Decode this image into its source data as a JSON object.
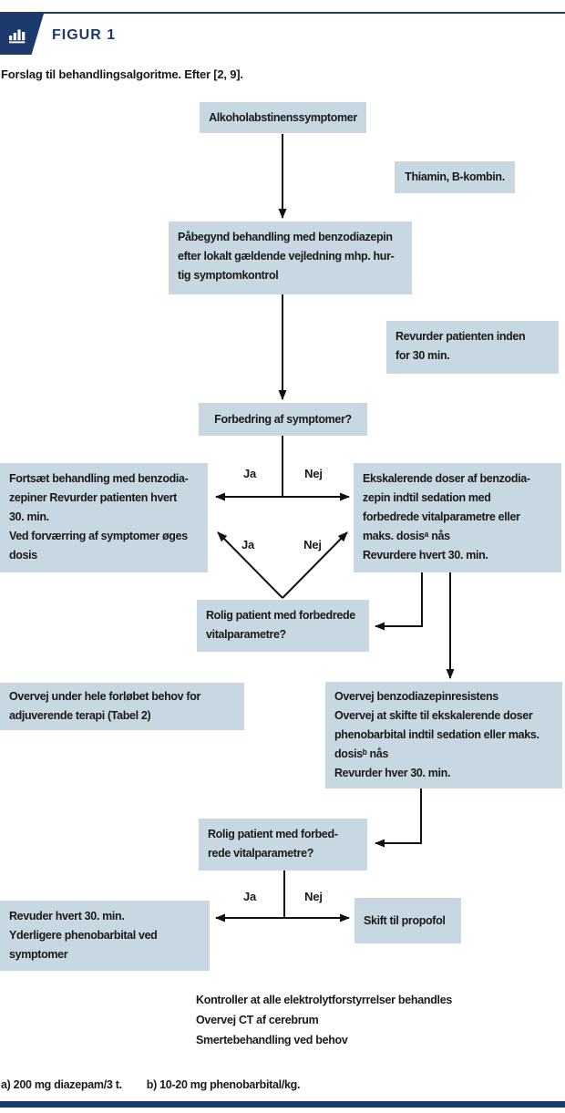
{
  "header": {
    "title": "FIGUR 1",
    "subtitle": "Forslag til behandlingsalgoritme. Efter [2, 9]."
  },
  "colors": {
    "navy": "#1c3a6b",
    "box_fill": "#c7d8e3",
    "ink": "#1a1a1a",
    "line": "#111111"
  },
  "icons": {
    "figure_badge": "bar-chart-icon"
  },
  "nodes": {
    "start": "Alkoholabstinenssymptomer",
    "thiamin": "Thiamin, B-kombin.",
    "init_treatment": "Påbegynd behandling med benzodiazepin\nefter lokalt gældende vejledning mhp. hur-\ntig symptomkontrol",
    "reassess_30": "Revurder patienten inden\nfor 30 min.",
    "improvement": "Forbedring af symptomer?",
    "continue_benzo": "Fortsæt behandling med benzodia-\nzepiner Revurder patienten hvert\n30. min.\nVed forværring af symptomer øges\ndosis",
    "escalate_benzo": "Ekskalerende doser af benzodia-\nzepin indtil sedation med\nforbedrede vitalparametre eller\nmaks. dosisᵃ nås\nRevurdere hvert 30. min.",
    "calm_1": "Rolig patient med forbedrede\nvitalparametre?",
    "adjuvant": "Overvej under hele forløbet behov for\nadjuverende terapi (Tabel 2)",
    "resistance": "Overvej benzodiazepinresistens\nOvervej at skifte til ekskalerende doser\nphenobarbital indtil sedation eller maks.\ndosisᵇ nås\nRevurder hver 30. min.",
    "calm_2": "Rolig patient med forbed-\nrede vitalparametre?",
    "reassess_phenobarbital": "Revuder hvert 30. min.\nYderligere phenobarbital ved\nsymptomer",
    "propofol": "Skift til propofol"
  },
  "edge_labels": {
    "ja_1": "Ja",
    "nej_1": "Nej",
    "ja_2": "Ja",
    "nej_2": "Nej",
    "ja_3": "Ja",
    "nej_3": "Nej"
  },
  "notes": "Kontroller at alle elektrolytforstyrrelser behandles\nOvervej CT af cerebrum\nSmertebehandling ved behov",
  "footnotes": {
    "a": "a) 200 mg diazepam/3 t.",
    "b": "b) 10-20 mg phenobarbital/kg."
  }
}
